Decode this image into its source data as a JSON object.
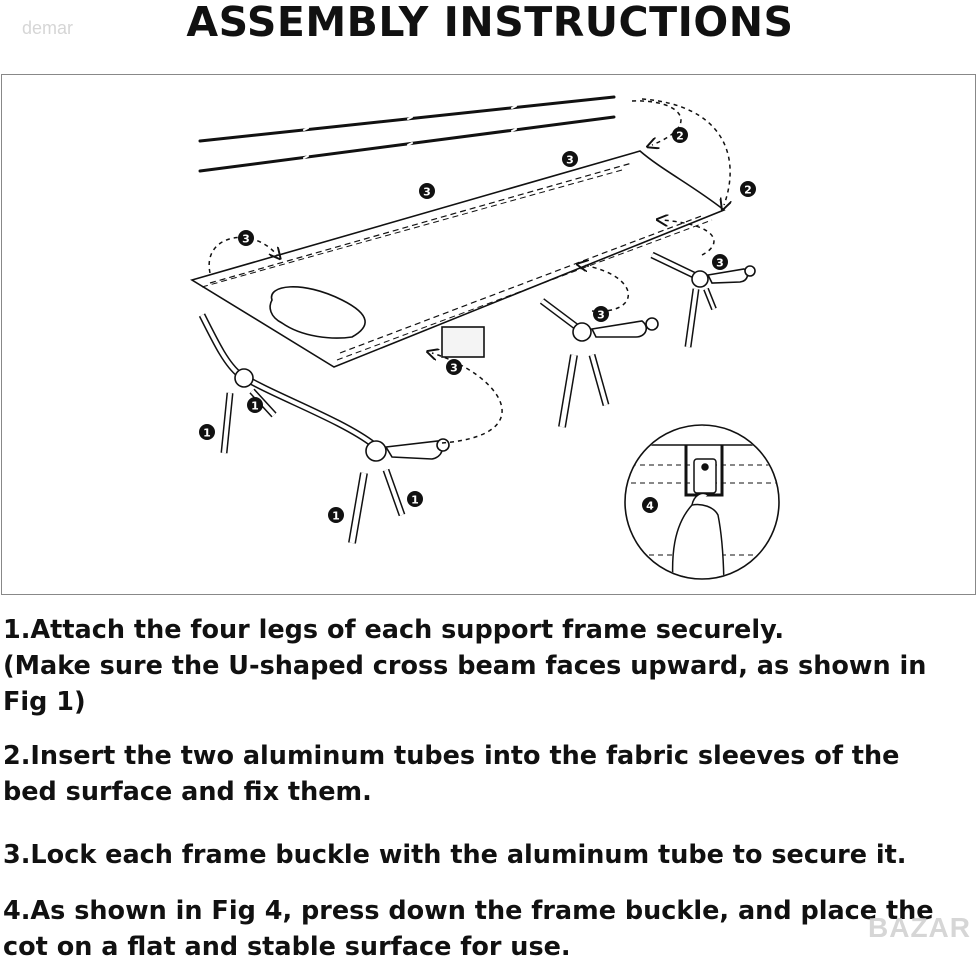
{
  "watermark": "demar",
  "title": "ASSEMBLY INSTRUCTIONS",
  "markers": {
    "one": "1",
    "two": "2",
    "three": "3",
    "four": "4"
  },
  "steps": {
    "step1_line1": "1.Attach the four legs of each support frame securely.",
    "step1_line2": "(Make sure the U-shaped cross beam faces upward, as shown in",
    "step1_line3": "Fig 1)",
    "step2_line1": "2.Insert the two aluminum tubes into the fabric sleeves of the",
    "step2_line2": "bed surface and fix them.",
    "step3_line1": "3.Lock each frame buckle with the aluminum tube to secure it.",
    "step4_line1": "4.As shown in Fig 4, press down the frame buckle, and place the",
    "step4_line2": "cot on a flat and stable surface for use."
  },
  "logo": "BAZAR"
}
